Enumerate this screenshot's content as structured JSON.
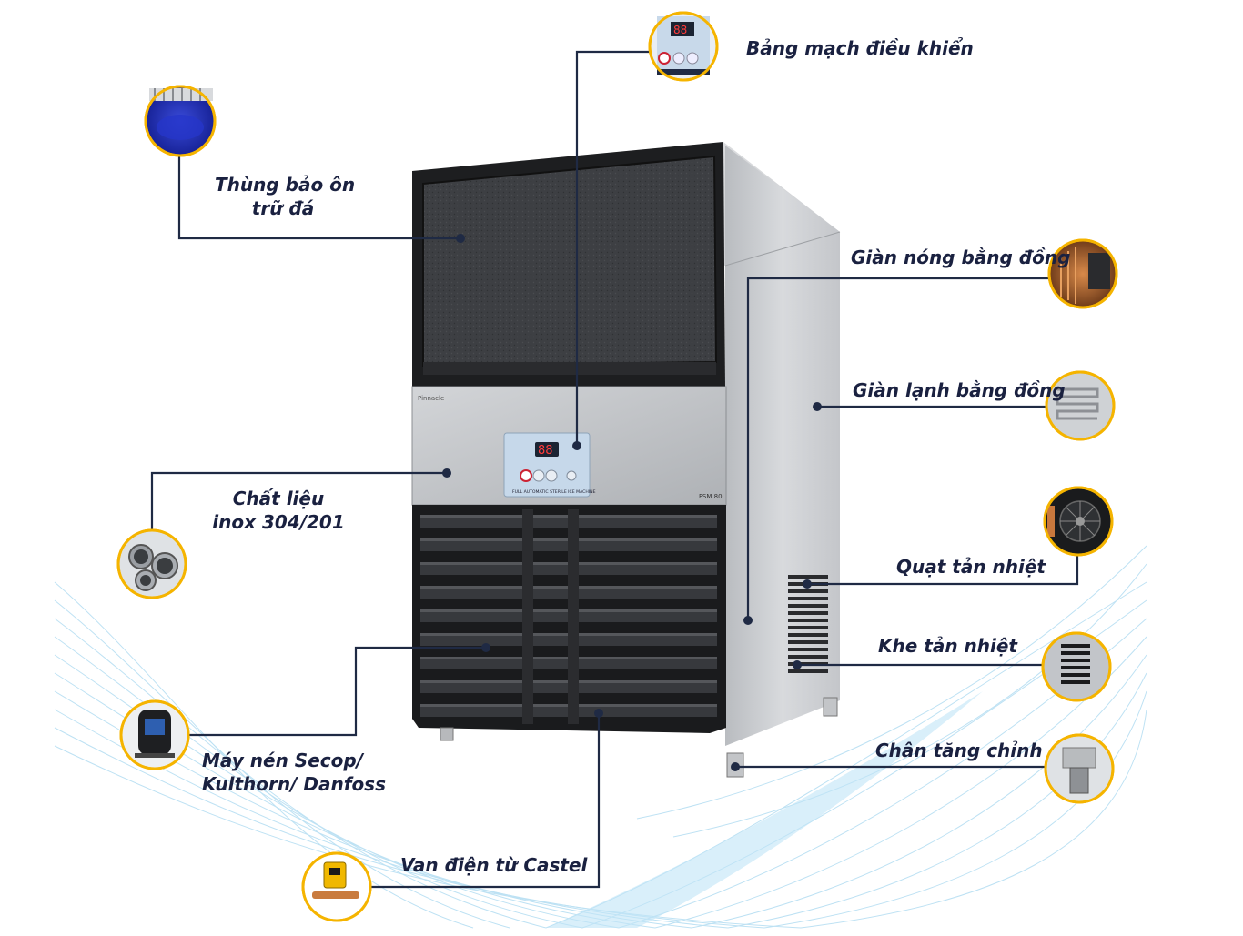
{
  "machine": {
    "brand": "Pinnacle",
    "panel_caption": "FULL AUTOMATIC STERILE ICE MACHINE",
    "model": "FSM 80",
    "display_value": "88"
  },
  "callouts": {
    "control_board": "Bảng mạch điều khiển",
    "ice_bin_line1": "Thùng bảo ôn",
    "ice_bin_line2": "trữ đá",
    "condenser": "Giàn nóng bằng đồng",
    "evaporator": "Giàn lạnh bằng đồng",
    "material_line1": "Chất liệu",
    "material_line2": "inox 304/201",
    "fan": "Quạt tản nhiệt",
    "vent": "Khe tản nhiệt",
    "compressor_line1": "Máy nén Secop/",
    "compressor_line2": "Kulthorn/ Danfoss",
    "feet": "Chân tăng chỉnh",
    "valve": "Van điện từ Castel"
  },
  "icons": {
    "control_board": "control-panel-icon",
    "ice_bin": "insulated-bin-icon",
    "condenser": "copper-condenser-icon",
    "evaporator": "copper-evaporator-icon",
    "material": "steel-pipes-icon",
    "fan": "cooling-fan-icon",
    "vent": "vent-slots-icon",
    "compressor": "compressor-icon",
    "feet": "adjustable-foot-icon",
    "valve": "solenoid-valve-icon"
  },
  "colors": {
    "callout_ring": "#f5b400",
    "leader_line": "#1f2a44",
    "label_text": "#1a2140",
    "wave_lines": "#9fd3ee"
  }
}
